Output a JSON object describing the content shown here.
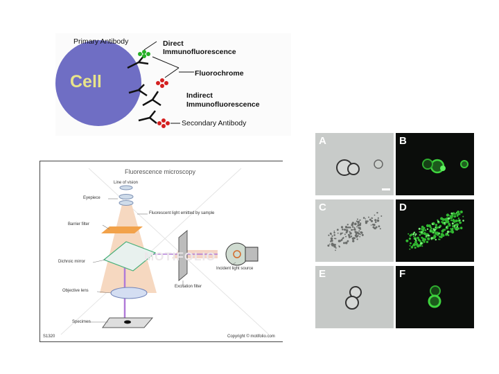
{
  "immunofluorescence": {
    "cell_label": "Cell",
    "primary_antibody": "Primary Antibody",
    "direct_line1": "Direct",
    "direct_line2": "Immunofluorescence",
    "fluorochrome": "Fluorochrome",
    "indirect_line1": "Indirect",
    "indirect_line2": "Immunofluorescence",
    "secondary_antibody": "Secondary Antibody"
  },
  "microscope": {
    "title": "Fluorescence microscopy",
    "line_of_vision": "Line of vision",
    "eyepiece": "Eyepiece",
    "emitted_light": "Fluorescent light emitted by sample",
    "barrier_filter": "Barrier filter",
    "dichroic_mirror": "Dichroic mirror",
    "objective_lens": "Objective lens",
    "excitation_filter": "Excitation filter",
    "incident_light_source": "Incident light source",
    "specimen": "Specimen",
    "code": "S1320",
    "copyright": "Copyright © motifolio.com",
    "watermark": "MOTIFOLIO"
  },
  "micrographs": {
    "panels": [
      {
        "label": "A",
        "kind": "brightfield"
      },
      {
        "label": "B",
        "kind": "fluorescence"
      },
      {
        "label": "C",
        "kind": "brightfield"
      },
      {
        "label": "D",
        "kind": "fluorescence"
      },
      {
        "label": "E",
        "kind": "brightfield"
      },
      {
        "label": "F",
        "kind": "fluorescence"
      }
    ]
  },
  "colors": {
    "cell": "#6f6ec4",
    "cell_text": "#e8e48a",
    "fluor_green": "#28b028",
    "fluor_red": "#d42020",
    "brightfield_bg": "#c8cbc9",
    "fluorescence_bg": "#0b0d0b",
    "filter_orange": "#f2a24a",
    "light_beam": "#f6d8c0",
    "excitation_purple": "#b07ad8"
  }
}
